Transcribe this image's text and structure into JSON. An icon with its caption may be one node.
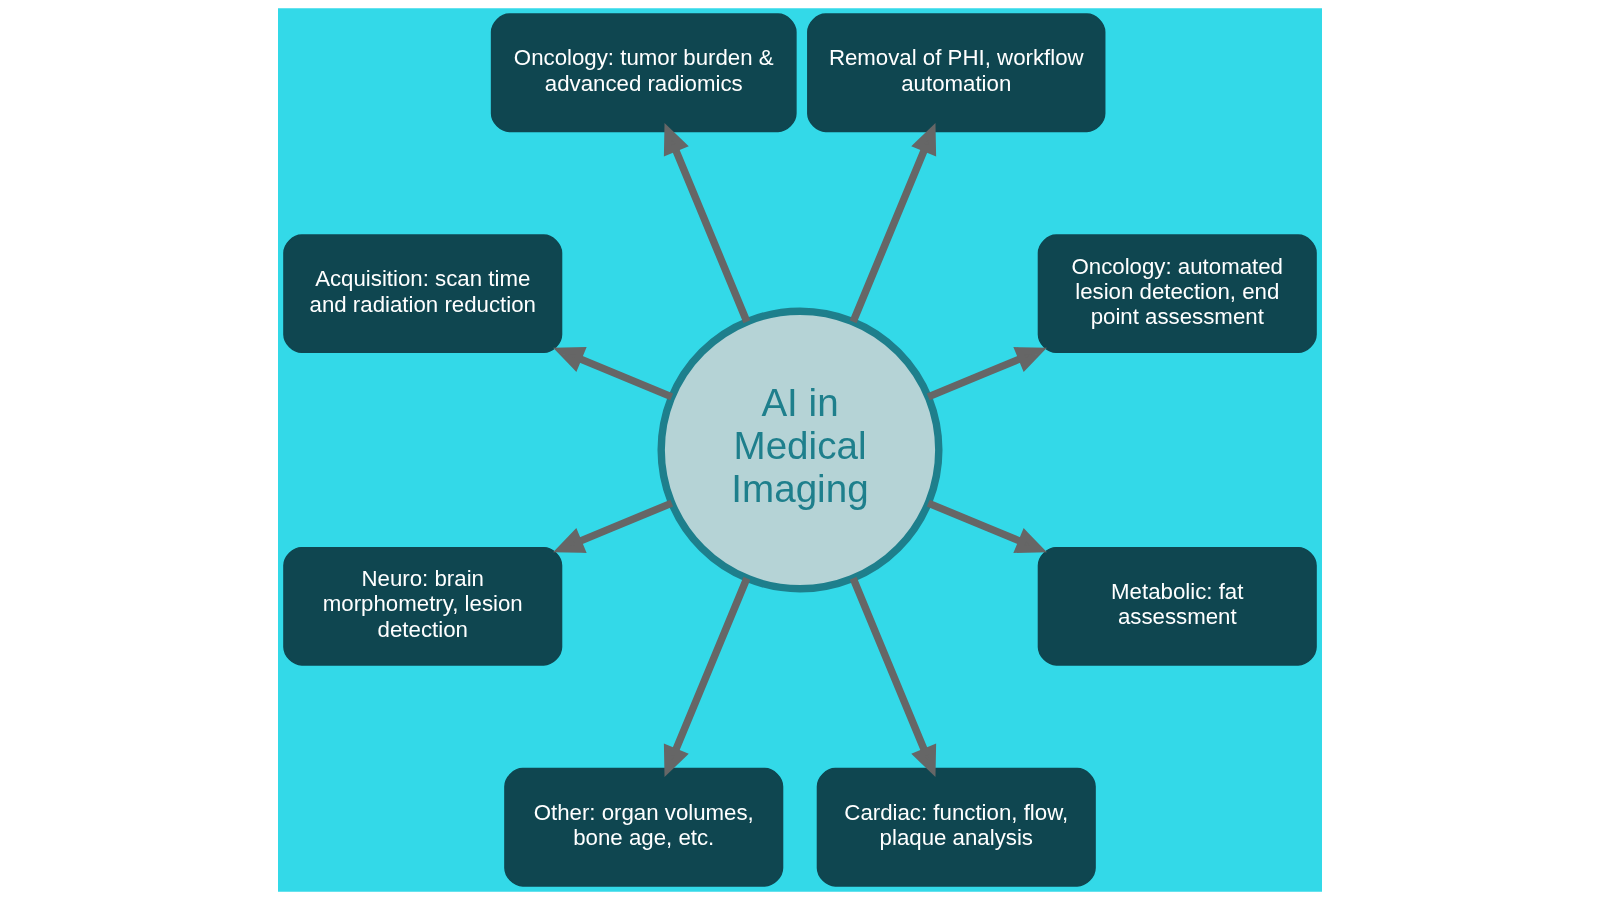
{
  "diagram": {
    "nodes": [
      {
        "text": [
          "AI in Medical Imaging"
        ]
      },
      {
        "text": [
          "Oncology: automated lesion detection, end point assessment"
        ]
      },
      {
        "text": [
          "Removal of PHI, workflow automation"
        ]
      },
      {
        "text": [
          "Oncology: tumor burden & advanced radiomics"
        ]
      },
      {
        "text": [
          "Acquisition: scan time and radiation reduction"
        ]
      },
      {
        "text": [
          "Neuro: brain morphometry, lesion detection"
        ]
      },
      {
        "text": [
          "Other: organ volumes, bone age, etc."
        ]
      },
      {
        "text": [
          "Cardiac: function, flow, plaque analysis"
        ]
      },
      {
        "text": [
          "Metabolic: fat assessment"
        ]
      }
    ],
    "edges": [
      {
        "from": 0,
        "to": 1,
        "arrow": "to"
      },
      {
        "from": 0,
        "to": 3,
        "arrow": "to"
      },
      {
        "from": 0,
        "to": 5,
        "arrow": "to"
      },
      {
        "from": 0,
        "to": 7,
        "arrow": "to"
      },
      {
        "from": 0,
        "to": 8,
        "arrow": "to"
      },
      {
        "from": 0,
        "to": 6,
        "arrow": "to"
      },
      {
        "from": 0,
        "to": 4,
        "arrow": "to"
      },
      {
        "from": 0,
        "to": 2,
        "arrow": "to"
      }
    ]
  }
}
